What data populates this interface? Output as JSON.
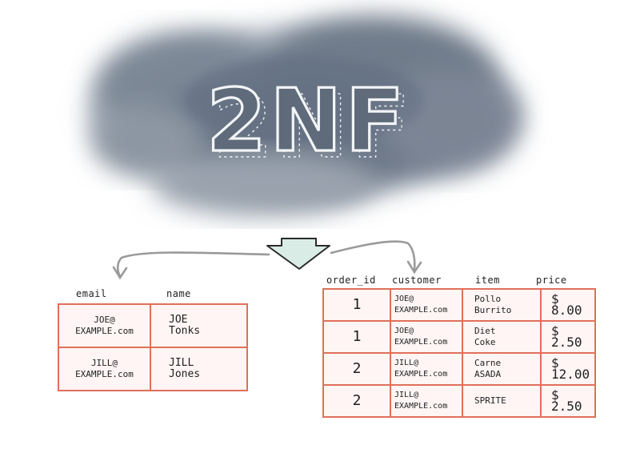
{
  "title": "2NF",
  "left_table": {
    "headers": [
      "email",
      "name"
    ],
    "rows": [
      {
        "email": "JOE@\nEXAMPLE.com",
        "name": "JOE\nTonks"
      },
      {
        "email": "JILL@\nEXAMPLE.com",
        "name": "JILL\nJones"
      }
    ]
  },
  "right_table": {
    "headers": [
      "order_id",
      "customer",
      "item",
      "price"
    ],
    "rows": [
      {
        "order_id": "1",
        "customer": "JOE@\nEXAMPLE.com",
        "item": "Pollo\nBurrito",
        "price": "$ 8.00"
      },
      {
        "order_id": "1",
        "customer": "JOE@\nEXAMPLE.com",
        "item": "Diet\nCoke",
        "price": "$ 2.50"
      },
      {
        "order_id": "2",
        "customer": "JILL@\nEXAMPLE.com",
        "item": "Carne\nASADA",
        "price": "$ 12.00"
      },
      {
        "order_id": "2",
        "customer": "JILL@\nEXAMPLE.com",
        "item": "SPRITE",
        "price": "$ 2.50"
      }
    ]
  },
  "colors": {
    "cloud": "#6b7788",
    "table_border": "#e0705a",
    "table_fill": "#fff5f5",
    "arrow_fill": "#d9ece6"
  }
}
